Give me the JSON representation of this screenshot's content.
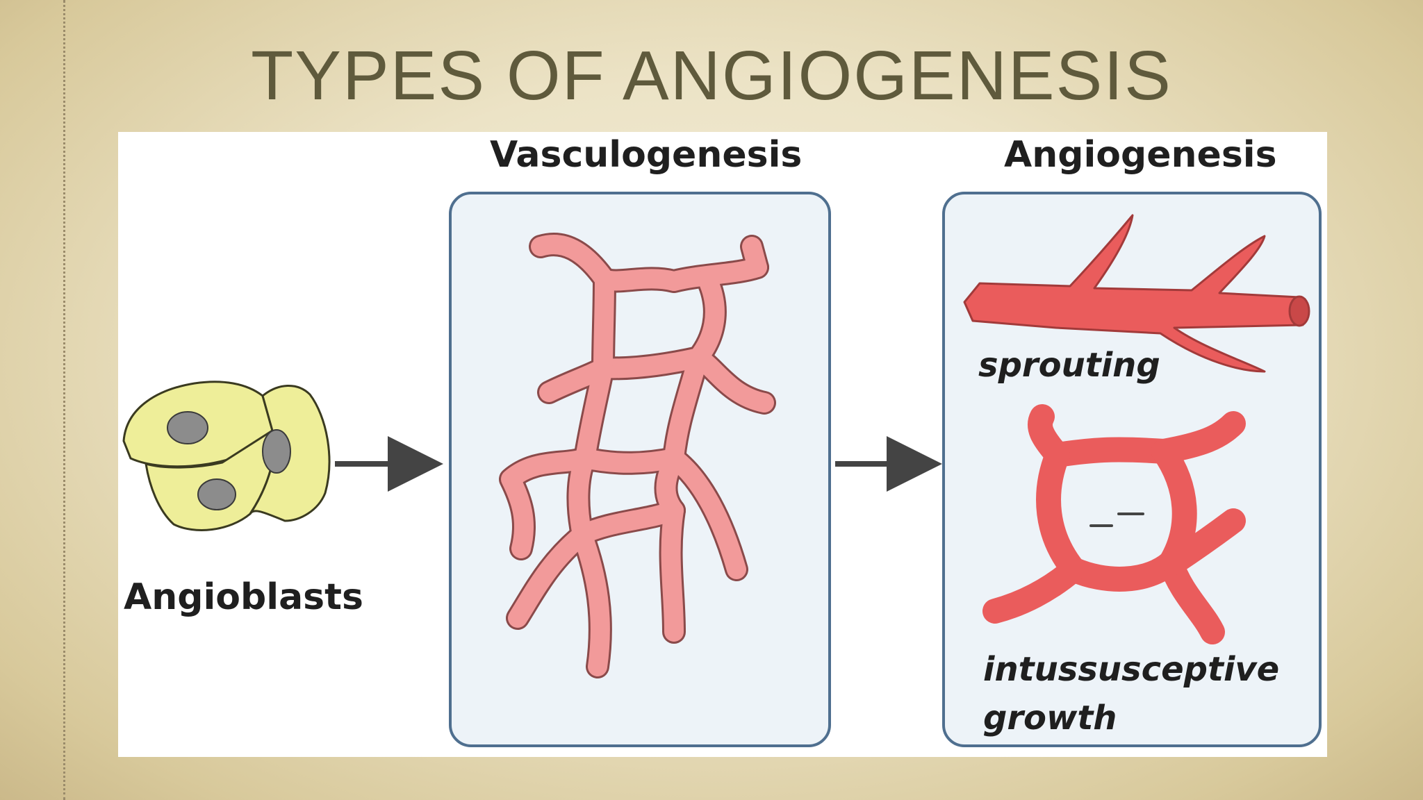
{
  "slide": {
    "title": "TYPES OF ANGIOGENESIS"
  },
  "figure": {
    "headings": {
      "vasculogenesis": "Vasculogenesis",
      "angiogenesis": "Angiogenesis"
    },
    "labels": {
      "angioblasts": "Angioblasts",
      "sprouting": "sprouting",
      "intussusceptive_line1": "intussusceptive",
      "intussusceptive_line2": "growth"
    }
  },
  "colors": {
    "title_text": "#5f5a3c",
    "cell_fill": "#eeee99",
    "nucleus_fill": "#8c8c8c",
    "vessel_network": "#f29a9a",
    "vessel_red": "#ea5c5c",
    "panel_fill": "#edf3f8",
    "panel_border": "#4f6f8f"
  }
}
